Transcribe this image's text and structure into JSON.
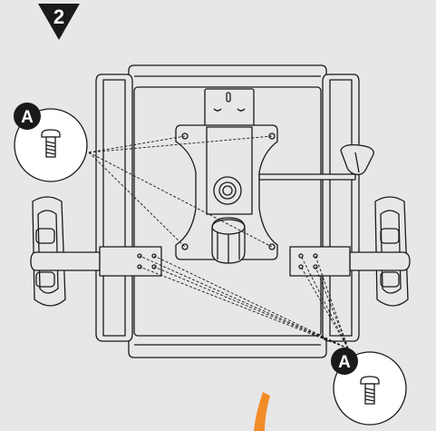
{
  "step": {
    "number": "2"
  },
  "callouts": {
    "top_left": {
      "letter": "A",
      "part": "screw-icon"
    },
    "bottom_right": {
      "letter": "A",
      "part": "screw-icon"
    }
  },
  "colors": {
    "background": "#e6e7e8",
    "line": "#1a1a1a",
    "callout_badge": "#1a1a1a",
    "accent_arrow": "#f28c28"
  }
}
